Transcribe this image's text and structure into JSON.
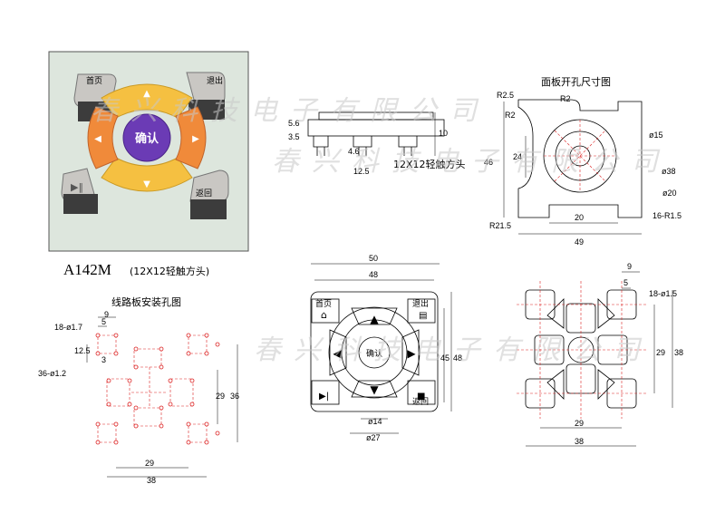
{
  "model": {
    "code": "A142M",
    "desc": "(12X12轻触方头)"
  },
  "captions": {
    "panel": "面板开孔尺寸图",
    "pcb": "线路板安装孔图",
    "side": "12X12轻触方头"
  },
  "watermark": "春兴科技电子有限公司",
  "product_photo": {
    "center": "确认",
    "buttons": [
      "首页",
      "退出",
      "返回"
    ]
  },
  "side_view": {
    "dims": [
      "5.6",
      "3.5",
      "4.6",
      "10",
      "12.5"
    ]
  },
  "panel_view": {
    "dims": [
      "R2.5",
      "R2",
      "R2",
      "46",
      "24",
      "ø15",
      "ø38",
      "ø20",
      "R21.5",
      "20",
      "16-R1.5",
      "49"
    ]
  },
  "pcb_view": {
    "dims": [
      "18-ø1.7",
      "9",
      "5",
      "12.5",
      "3",
      "36-ø1.2",
      "29",
      "36",
      "29",
      "38"
    ]
  },
  "front_view": {
    "dims": [
      "50",
      "48",
      "45",
      "48",
      "ø14",
      "ø27"
    ],
    "center": "确认",
    "labels": {
      "tl": "首页",
      "tr": "退出",
      "br": "返回"
    }
  },
  "bottom_view": {
    "dims": [
      "9",
      "5",
      "18-ø1.5",
      "29",
      "38",
      "29",
      "38"
    ]
  }
}
